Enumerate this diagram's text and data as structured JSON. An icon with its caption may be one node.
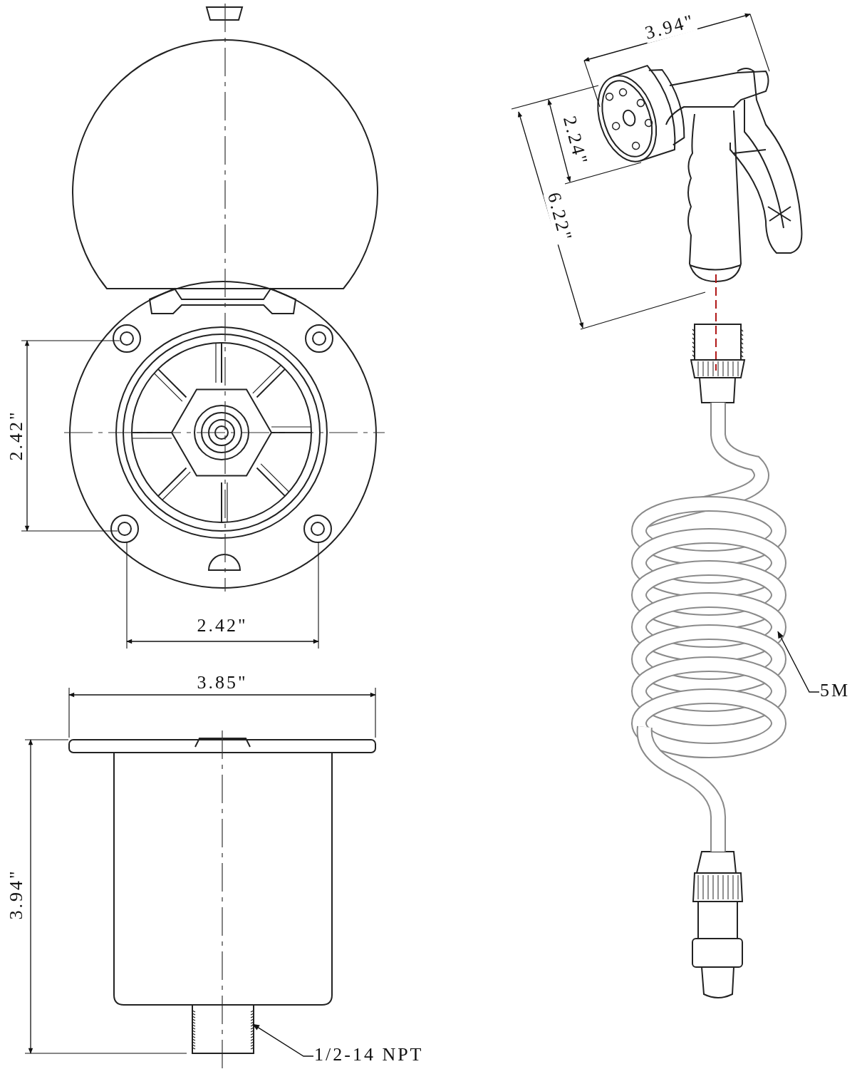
{
  "diagram": {
    "nodes": [
      {
        "text": [
          "5M"
        ]
      },
      {
        "text": [],
        "shape": "picture"
      },
      {
        "text": [
          "1/2-14 NPT"
        ]
      },
      {
        "text": [],
        "shape": "box"
      }
    ],
    "edges": [
      {
        "from": 0,
        "to": 1,
        "arrow": "to"
      },
      {
        "from": 2,
        "to": 3,
        "arrow": "to"
      }
    ],
    "labels": [
      "3.94\"",
      "2.24\"",
      "6.22\"",
      "2.42\"",
      "2.42\"",
      "3.85\"",
      "3.94\""
    ]
  }
}
